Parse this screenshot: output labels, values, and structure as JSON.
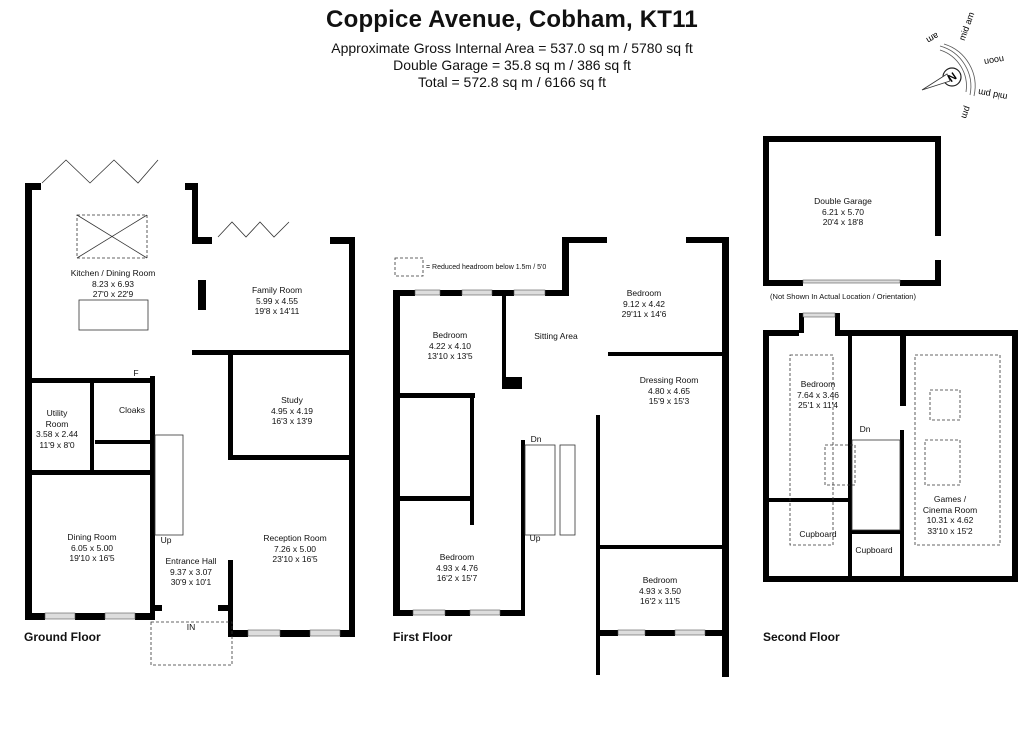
{
  "header": {
    "title": "Coppice Avenue, Cobham, KT11",
    "area_lines": [
      "Approximate Gross Internal Area = 537.0 sq m / 5780 sq ft",
      "Double Garage = 35.8 sq m / 386 sq ft",
      "Total = 572.8 sq m / 6166 sq ft"
    ]
  },
  "compass": {
    "north_label": "N",
    "labels": [
      "am",
      "mid am",
      "noon",
      "mid pm",
      "pm"
    ]
  },
  "legend": {
    "reduced_headroom": "= Reduced headroom below 1.5m / 5'0"
  },
  "floors": {
    "ground": {
      "label": "Ground Floor",
      "rooms": [
        {
          "name": "Kitchen / Dining Room",
          "metric": "8.23 x 6.93",
          "imperial": "27'0 x 22'9"
        },
        {
          "name": "Family Room",
          "metric": "5.99 x 4.55",
          "imperial": "19'8 x 14'11"
        },
        {
          "name": "Study",
          "metric": "4.95 x 4.19",
          "imperial": "16'3 x 13'9"
        },
        {
          "name": "Utility Room",
          "name2": "Room",
          "name1": "Utility",
          "metric": "3.58 x 2.44",
          "imperial": "11'9 x 8'0"
        },
        {
          "name": "Cloaks"
        },
        {
          "name": "Dining Room",
          "metric": "6.05 x 5.00",
          "imperial": "19'10 x 16'5"
        },
        {
          "name": "Entrance Hall",
          "metric": "9.37 x 3.07",
          "imperial": "30'9 x 10'1"
        },
        {
          "name": "Reception Room",
          "metric": "7.26 x 5.00",
          "imperial": "23'10 x 16'5"
        }
      ],
      "markers": {
        "fridge": "F",
        "stairs_up": "Up",
        "entrance": "IN"
      }
    },
    "first": {
      "label": "First Floor",
      "rooms": [
        {
          "name": "Bedroom",
          "metric": "4.22 x 4.10",
          "imperial": "13'10 x 13'5"
        },
        {
          "name": "Sitting Area"
        },
        {
          "name": "Bedroom",
          "metric": "9.12 x 4.42",
          "imperial": "29'11 x 14'6"
        },
        {
          "name": "Dressing Room",
          "metric": "4.80 x 4.65",
          "imperial": "15'9 x 15'3"
        },
        {
          "name": "Bedroom",
          "metric": "4.93 x 4.76",
          "imperial": "16'2 x 15'7"
        },
        {
          "name": "Bedroom",
          "metric": "4.93 x 3.50",
          "imperial": "16'2 x 11'5"
        }
      ],
      "markers": {
        "stairs_down": "Dn",
        "stairs_up": "Up"
      }
    },
    "garage": {
      "rooms": [
        {
          "name": "Double Garage",
          "metric": "6.21 x 5.70",
          "imperial": "20'4 x 18'8"
        }
      ],
      "note": "(Not Shown In Actual Location / Orientation)"
    },
    "second": {
      "label": "Second Floor",
      "rooms": [
        {
          "name": "Bedroom",
          "metric": "7.64 x 3.46",
          "imperial": "25'1 x 11'4"
        },
        {
          "name": "Games /",
          "name2": "Cinema Room",
          "metric": "10.31 x 4.62",
          "imperial": "33'10 x 15'2"
        },
        {
          "name": "Cupboard"
        },
        {
          "name": "Cupboard"
        }
      ],
      "markers": {
        "stairs_down": "Dn"
      }
    }
  }
}
